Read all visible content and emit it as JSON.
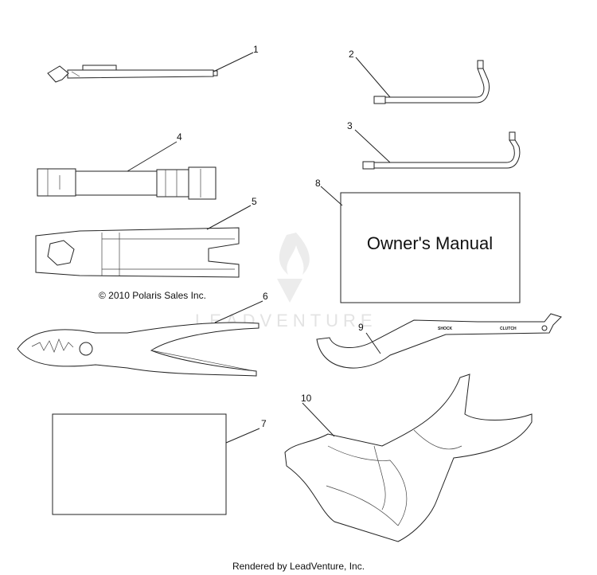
{
  "callouts": [
    "1",
    "2",
    "3",
    "4",
    "5",
    "6",
    "7",
    "8",
    "9",
    "10"
  ],
  "copyright": "© 2010 Polaris Sales Inc.",
  "owners_manual_title": "Owner's Manual",
  "wrench_labels": {
    "shock": "SHOCK",
    "clutch": "CLUTCH"
  },
  "watermark": "LEADVENTURE",
  "footer": "Rendered by LeadVenture, Inc."
}
